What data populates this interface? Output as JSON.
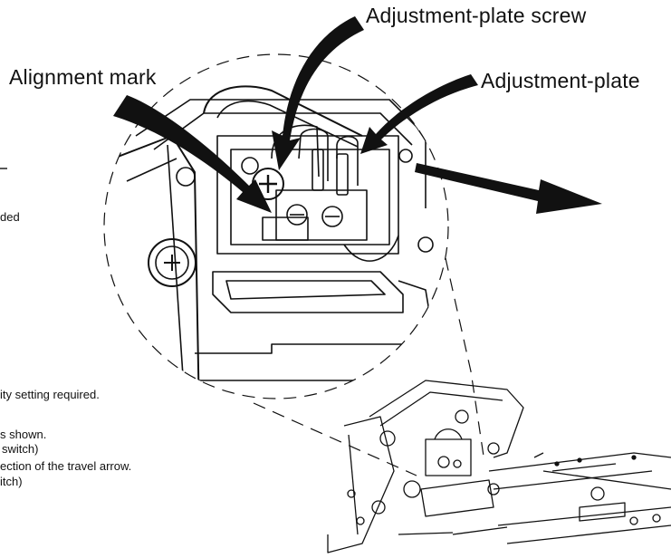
{
  "labels": {
    "adjustment_plate_screw": "Adjustment-plate screw",
    "alignment_mark": "Alignment mark",
    "adjustment_plate": "Adjustment-plate"
  },
  "text_fragments": [
    "ded",
    "ity setting required.",
    "s shown.",
    "switch)",
    "ection of the travel arrow.",
    "itch)"
  ]
}
